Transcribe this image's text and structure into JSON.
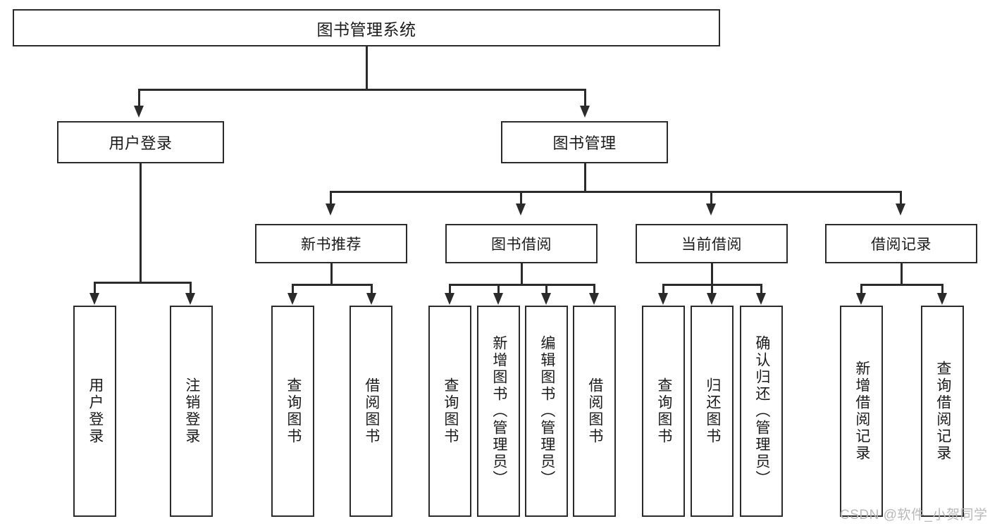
{
  "diagram": {
    "title": "图书管理系统",
    "type": "tree-hierarchy-chart",
    "root": {
      "label": "图书管理系统"
    },
    "level2": [
      {
        "label": "用户登录"
      },
      {
        "label": "图书管理"
      }
    ],
    "level3": [
      {
        "label": "新书推荐"
      },
      {
        "label": "图书借阅"
      },
      {
        "label": "当前借阅"
      },
      {
        "label": "借阅记录"
      }
    ],
    "leaves": {
      "user_login": [
        {
          "label": "用户登录"
        },
        {
          "label": "注销登录"
        }
      ],
      "new_book_recommend": [
        {
          "label": "查询图书"
        },
        {
          "label": "借阅图书"
        }
      ],
      "book_borrow": [
        {
          "label": "查询图书"
        },
        {
          "label": "新增图书（管理员）"
        },
        {
          "label": "编辑图书（管理员）"
        },
        {
          "label": "借阅图书"
        }
      ],
      "current_borrow": [
        {
          "label": "查询图书"
        },
        {
          "label": "归还图书"
        },
        {
          "label": "确认归还（管理员）"
        }
      ],
      "borrow_record": [
        {
          "label": "新增借阅记录"
        },
        {
          "label": "查询借阅记录"
        }
      ]
    }
  },
  "watermark": {
    "text": "CSDN @软件_小贺同学"
  },
  "colors": {
    "stroke": "#2b2b2b",
    "background": "#ffffff",
    "text": "#1b1b1b",
    "watermark": "#b9b9b9"
  }
}
